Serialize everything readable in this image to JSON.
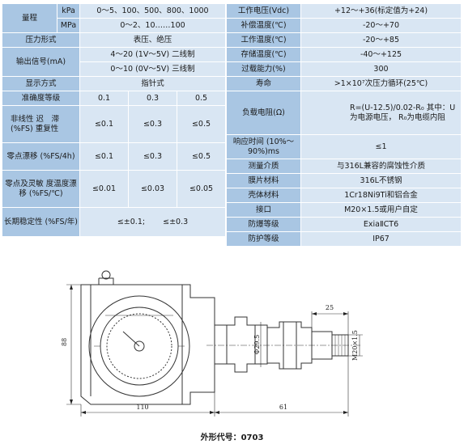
{
  "left_table": {
    "range_label": "量程",
    "unit_kpa": "kPa",
    "range_kpa": "0～5、100、500、800、1000",
    "unit_mpa": "MPa",
    "range_mpa": "0～2、10……100",
    "pressure_form_label": "压力形式",
    "pressure_form": "表压、绝压",
    "output_label": "输出信号(mA)",
    "output_two_wire": "4～20 (1V～5V) 二线制",
    "output_three_wire": "0～10 (0V～5V) 三线制",
    "display_label": "显示方式",
    "display_value": "指针式",
    "accuracy_label": "准确度等级",
    "accuracy_values": [
      "0.1",
      "0.3",
      "0.5"
    ],
    "nonlinearity_label": "非线性\n迟　滞(%FS)\n重复性",
    "nonlinearity_values": [
      "≤0.1",
      "≤0.3",
      "≤0.5"
    ],
    "zero_drift_label": "零点漂移\n(%FS/4h)",
    "zero_drift_values": [
      "≤0.1",
      "≤0.3",
      "≤0.5"
    ],
    "temp_drift_label": "零点及灵敏\n度温度漂移\n(%FS/℃)",
    "temp_drift_values": [
      "≤0.01",
      "≤0.03",
      "≤0.05"
    ],
    "long_term_label": "长期稳定性\n(%FS/年)",
    "long_term_values": [
      "≤±0.1;",
      "≤±0.3"
    ]
  },
  "right_table": {
    "rows": [
      {
        "label": "工作电压(Vdc)",
        "value": "+12～+36(标定值为+24)"
      },
      {
        "label": "补偿温度(℃)",
        "value": "-20～+70"
      },
      {
        "label": "工作温度(℃)",
        "value": "-20～+85"
      },
      {
        "label": "存储温度(℃)",
        "value": "-40～+125"
      },
      {
        "label": "过载能力(%)",
        "value": "300"
      },
      {
        "label": "寿命",
        "value": ">1×10⁷次压力循环(25℃)"
      },
      {
        "label": "负载电阻(Ω)",
        "value": "R=(U-12.5)/0.02-R₀\n其中：U为电源电压，\nR₀为电缆内阻"
      },
      {
        "label": "响应时间\n(10%～90%)ms",
        "value": "≤1"
      },
      {
        "label": "测量介质",
        "value": "与316L兼容的腐蚀性介质"
      },
      {
        "label": "膜片材料",
        "value": "316L不锈钢"
      },
      {
        "label": "壳体材料",
        "value": "1Cr18Ni9Ti和铝合金"
      },
      {
        "label": "接口",
        "value": "M20×1.5或用户自定"
      },
      {
        "label": "防爆等级",
        "value": "ExiaⅡCT6"
      },
      {
        "label": "防护等级",
        "value": "IP67"
      }
    ]
  },
  "drawing": {
    "dim_height": "88",
    "dim_body_width": "110",
    "dim_fitting_length": "61",
    "dim_thread_length": "25",
    "dim_diameter": "Φ29.5",
    "dim_thread": "M20×1.5"
  },
  "caption": "外形代号：0703"
}
